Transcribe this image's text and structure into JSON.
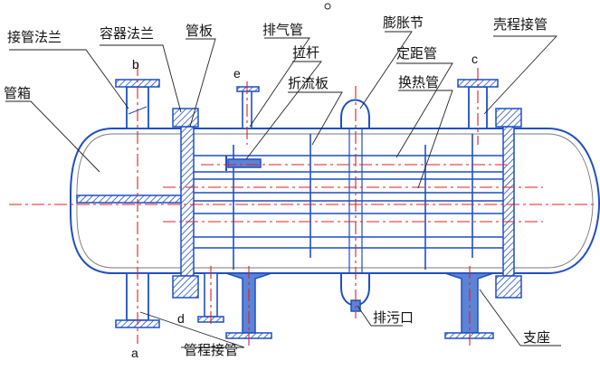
{
  "labels": {
    "nozzle_flange": "接管法兰",
    "vessel_flange": "容器法兰",
    "tube_sheet": "管板",
    "vent_pipe": "排气管",
    "expansion_joint": "膨胀节",
    "shell_nozzle": "壳程接管",
    "tie_rod": "拉杆",
    "spacer_tube": "定距管",
    "baffle": "折流板",
    "heat_tube": "换热管",
    "channel_box": "管箱",
    "drain": "排污口",
    "support": "支座",
    "tube_nozzle": "管程接管"
  },
  "letters": {
    "a": "a",
    "b": "b",
    "c": "c",
    "d": "d",
    "e": "e"
  }
}
